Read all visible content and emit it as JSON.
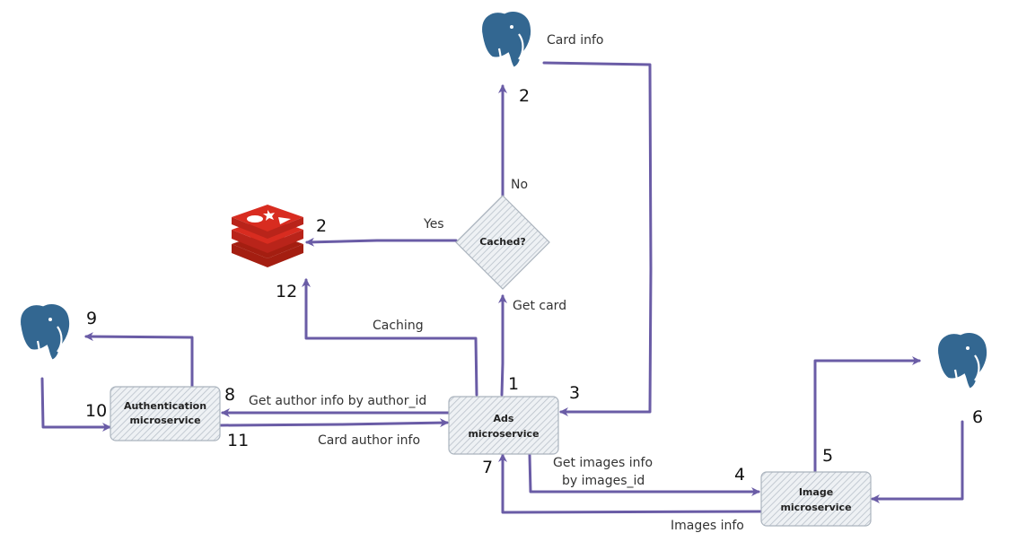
{
  "nodes": {
    "ads": {
      "line1": "Ads",
      "line2": "microservice"
    },
    "auth": {
      "line1": "Authentication",
      "line2": "microservice"
    },
    "image": {
      "line1": "Image",
      "line2": "microservice"
    },
    "cached": {
      "label": "Cached?"
    }
  },
  "databases": {
    "card_db": {
      "icon": "postgresql-elephant-icon"
    },
    "auth_db": {
      "icon": "postgresql-elephant-icon"
    },
    "image_db": {
      "icon": "postgresql-elephant-icon"
    },
    "cache": {
      "icon": "redis-icon"
    }
  },
  "edge_labels": {
    "card_info": "Card info",
    "no": "No",
    "yes": "Yes",
    "get_card": "Get card",
    "caching": "Caching",
    "get_author": "Get author info by author_id",
    "card_author": "Card author info",
    "get_images_1": "Get images info",
    "get_images_2": "by images_id",
    "images_info": "Images info"
  },
  "step_numbers": {
    "s1": "1",
    "s2_pg": "2",
    "s2_redis": "2",
    "s3": "3",
    "s4": "4",
    "s5": "5",
    "s6": "6",
    "s7": "7",
    "s8": "8",
    "s9": "9",
    "s10": "10",
    "s11": "11",
    "s12": "12"
  },
  "colors": {
    "arrow": "#6a5ca6",
    "postgres": "#336791",
    "redis": "#d82c20"
  }
}
